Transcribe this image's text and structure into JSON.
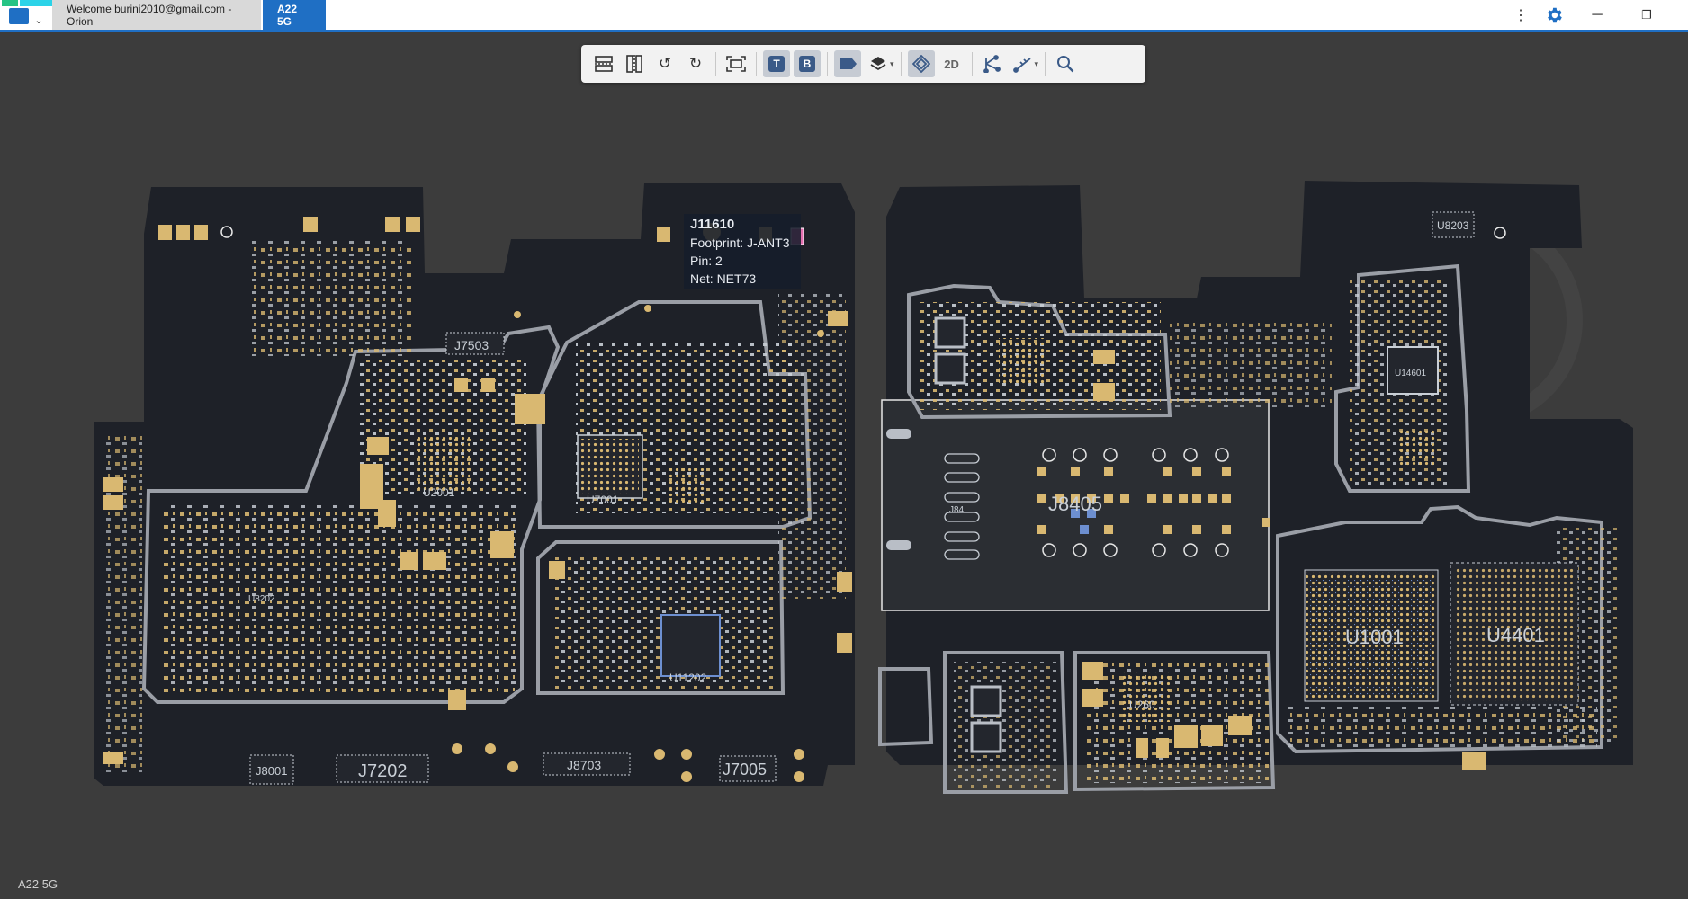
{
  "titlebar": {
    "tabs": [
      {
        "label": "Welcome burini2010@gmail.com - Orion"
      },
      {
        "label": "A22 5G"
      }
    ],
    "kebab": "⋮",
    "minimize": "─",
    "maximize": "❐"
  },
  "toolbar": {
    "top_layer_label": "T",
    "bottom_layer_label": "B",
    "view_2d_label": "2D"
  },
  "board": {
    "left_labels": {
      "J7503": "J7503",
      "U7001": "U7001",
      "U2001": "U2001",
      "U8202": "U8202",
      "J8001": "J8001",
      "J7202": "J7202",
      "J8703": "J8703",
      "J7005": "J7005",
      "U11202": "U11202"
    },
    "right_labels": {
      "U8203": "U8203",
      "U14601": "U14601",
      "J8405": "J8405",
      "J8401": "J84",
      "U1001": "U1001",
      "U4401": "U4401",
      "U2601": "U260"
    }
  },
  "tooltip": {
    "title": "J11610",
    "footprint": "Footprint: J-ANT3",
    "pin": "Pin: 2",
    "net": "Net: NET73"
  },
  "status": {
    "board_name": "A22 5G"
  },
  "colors": {
    "accent": "#1f6fc4",
    "board": "#1e2128",
    "pad": "#d9b871",
    "trace": "#9a9ea6",
    "canvas": "#3c3c3c"
  }
}
